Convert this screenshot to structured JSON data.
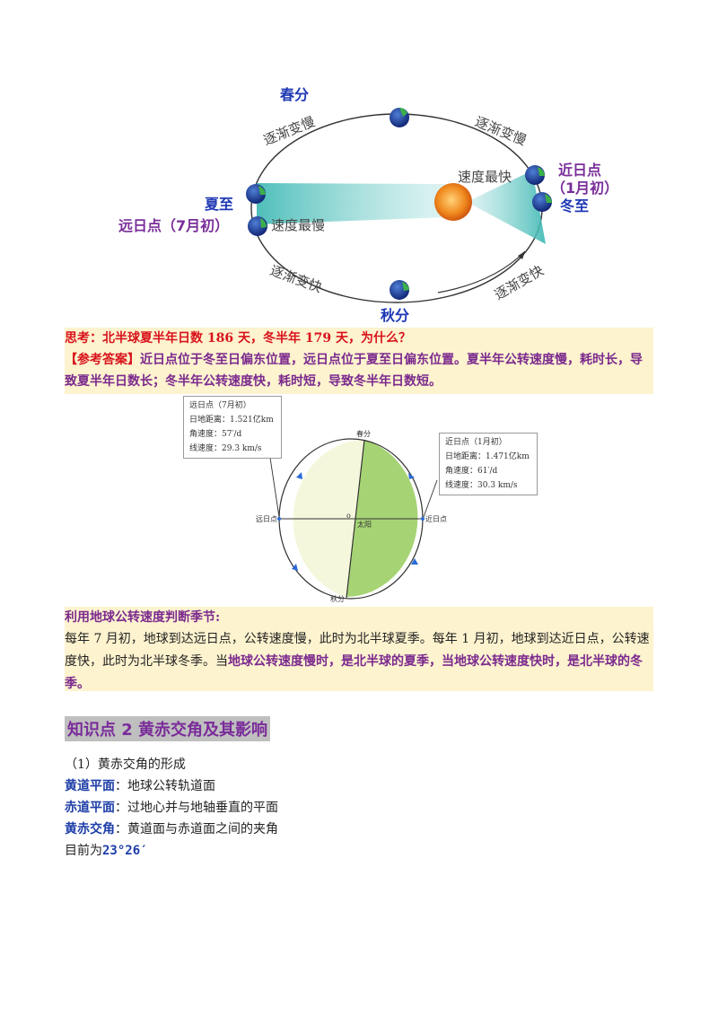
{
  "orbit": {
    "spring": "春分",
    "summer": "夏至",
    "autumn": "秋分",
    "winter": "冬至",
    "aphelion": "远日点（7月初）",
    "perihelion_1": "近日点",
    "perihelion_2": "（1月初）",
    "fastest": "速度最快",
    "slowest": "速度最慢",
    "slow_left": "逐渐变慢",
    "slow_right": "逐渐变慢",
    "fast_left": "逐渐变快",
    "fast_right": "逐渐变快"
  },
  "think": {
    "question": "思考：北半球夏半年日数 186 天，冬半年 179 天，为什么？",
    "answer_label": "【参考答案】",
    "answer_1": "近日点位于冬至日偏东位置，远日点位于夏至日偏东位置。夏半年公转速度慢，耗时长，导",
    "answer_2": "致夏半年日数长；冬半年公转速度快，耗时短，导致冬半年日数短。"
  },
  "speed_diagram": {
    "aphelion_box": {
      "title": "远日点（7月初）",
      "distance": "日地距离：1.521亿km",
      "angular": "角速度：57′/d",
      "linear": "线速度：29.3 km/s"
    },
    "perihelion_box": {
      "title": "近日点（1月初）",
      "distance": "日地距离：1.471亿km",
      "angular": "角速度：61′/d",
      "linear": "线速度：30.3 km/s"
    },
    "top": "春分",
    "bottom": "秋分",
    "left": "远日点",
    "right": "近日点",
    "center_o": "o",
    "sun": "太阳"
  },
  "season_box": {
    "title": "利用地球公转速度判断季节:",
    "line1": "每年 7 月初，地球到达远日点，公转速度慢，此时为北半球夏季。每年 1 月初，地球到达近日点，公转速",
    "line2_plain": "度快，此时为北半球冬季。当",
    "line2_hl": "地球公转速度慢时，是北半球的夏季，当地球公转速度快时，是北半球的冬",
    "line3_hl": "季。"
  },
  "section": {
    "title": "知识点 2  黄赤交角及其影响",
    "sub": "（1）黄赤交角的形成",
    "ecliptic_term": "黄道平面",
    "ecliptic_def": "：地球公转轨道面",
    "equator_term": "赤道平面",
    "equator_def": "：过地心并与地轴垂直的平面",
    "obliquity_term": "黄赤交角",
    "obliquity_def": "：黄道面与赤道面之间的夹角",
    "current_prefix": "目前为",
    "current_value": "23°26′"
  },
  "colors": {
    "season_blue": "#1f39b5",
    "purple": "#7a2f9a",
    "red": "#d8141c",
    "box_bg": "#fdf3cf",
    "teal_sector": "#5fc7c7"
  }
}
